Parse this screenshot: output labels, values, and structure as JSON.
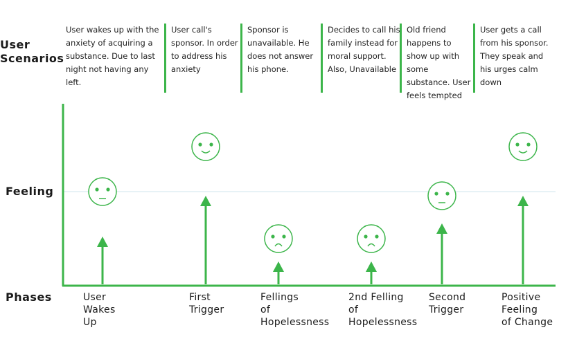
{
  "labels": {
    "user_scenarios": "User\nScenarios",
    "feeling": "Feeling",
    "phases": "Phases"
  },
  "scenarios": [
    "User wakes up with the anxiety of acquiring a substance. Due to last night not having any left.",
    "User call's sponsor. In order to address his anxiety",
    "Sponsor is unavailable. He does not answer his phone.",
    "Decides to call his family instead for moral support. Also, Unavailable",
    "Old friend happens to show up with some substance. User feels tempted",
    "User gets a call from his sponsor. They speak and his urges calm down"
  ],
  "phases": [
    "User\nWakes\nUp",
    "First\nTrigger",
    "Fellings\nof\nHopelessness",
    "2nd Felling\nof\nHopelessness",
    "Second\nTrigger",
    "Positive\nFeeling\nof Change"
  ],
  "moods": [
    "neutral",
    "happy",
    "sad",
    "sad",
    "neutral",
    "happy"
  ],
  "colors": {
    "accent": "#3cb54a",
    "text": "#1a1a1a",
    "baseline": "#cfe6ee"
  }
}
